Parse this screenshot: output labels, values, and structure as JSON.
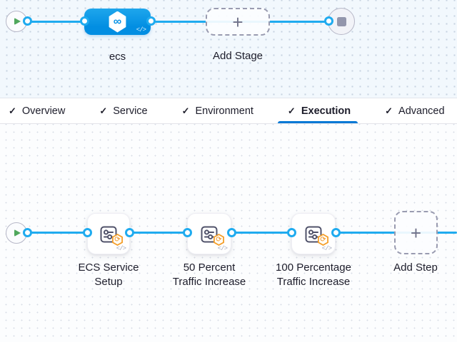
{
  "icons": {
    "plus": "+",
    "check": "✓",
    "code": "</>",
    "pipeline_infinity": "∞",
    "badge_sync": "⟳"
  },
  "stage_pipeline": {
    "stage": {
      "name": "ecs"
    },
    "add_stage_label": "Add Stage"
  },
  "tabs": {
    "active": "Execution",
    "items": [
      {
        "label": "Overview",
        "checked": true
      },
      {
        "label": "Service",
        "checked": true
      },
      {
        "label": "Environment",
        "checked": true
      },
      {
        "label": "Execution",
        "checked": true
      },
      {
        "label": "Advanced",
        "checked": true
      }
    ]
  },
  "execution_flow": {
    "steps": [
      {
        "name": "ECS Service Setup",
        "lines": [
          "ECS Service",
          "Setup"
        ]
      },
      {
        "name": "50 Percent Traffic Increase",
        "lines": [
          "50 Percent",
          "Traffic Increase"
        ]
      },
      {
        "name": "100 Percentage Traffic Increase",
        "lines": [
          "100 Percentage",
          "Traffic Increase"
        ]
      }
    ],
    "add_step_label": "Add Step"
  },
  "colors": {
    "flow_line": "#1fabef",
    "stage_blue": "#0691e5",
    "active_tab_underline": "#0278d5",
    "play_green": "#4fa75c",
    "badge_orange": "#f49d27",
    "canvas_top_bg": "#f2f8fd",
    "canvas_bottom_bg": "#fcfdfe"
  }
}
